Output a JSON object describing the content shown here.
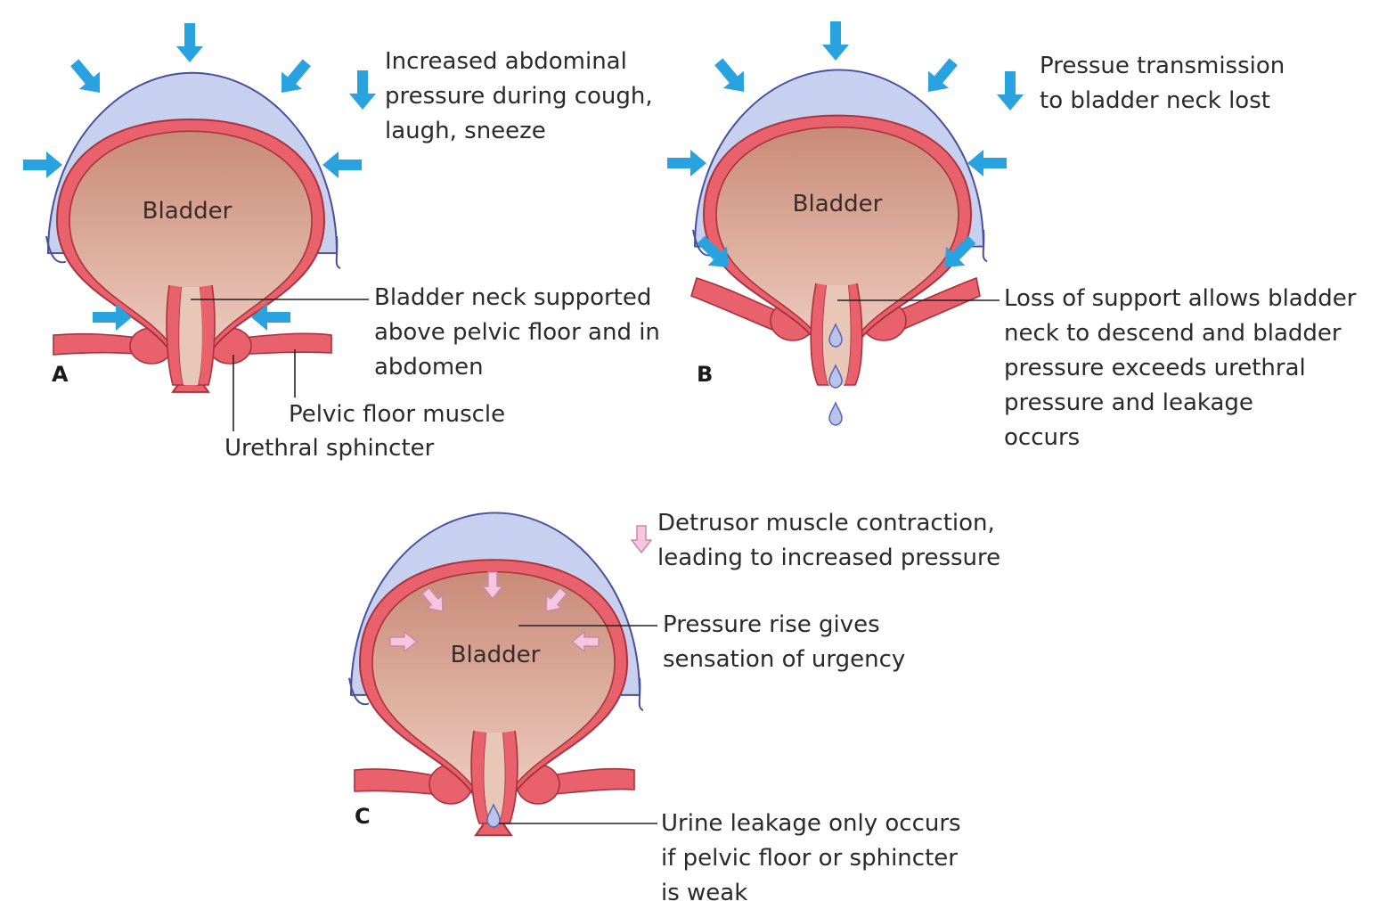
{
  "colors": {
    "abdomen": "#c7d0ee",
    "abdomen_outline": "#4a4f9a",
    "bladder_wall": "#e8616d",
    "bladder_wall_dark": "#a8323b",
    "bladder_top": "#c98a78",
    "bladder_bottom": "#f2d3c6",
    "urethra_lumen": "#e9c7b7",
    "pressure_arrow": "#29a3e0",
    "detrusor_arrow": "#f5c6de",
    "detrusor_arrow_outline": "#c88aa8",
    "drop": "#b9c4ec",
    "drop_outline": "#5a64b2"
  },
  "icons": {
    "pressure": "blue-arrow-icon",
    "detrusor": "pink-arrow-icon",
    "drop": "urine-drop-icon"
  },
  "panels": {
    "a": {
      "label": "A",
      "bladder": "Bladder",
      "legend": [
        "Increased abdominal",
        "pressure during cough,",
        "laugh, sneeze"
      ],
      "neck_note": [
        "Bladder neck supported",
        "above pelvic floor and in",
        "abdomen"
      ],
      "pelvic_floor": "Pelvic floor muscle",
      "sphincter": "Urethral sphincter"
    },
    "b": {
      "label": "B",
      "bladder": "Bladder",
      "legend": [
        "Pressue transmission",
        "to bladder neck lost"
      ],
      "note": [
        "Loss of support allows bladder",
        "neck to descend and bladder",
        "pressure exceeds urethral",
        "pressure and leakage",
        "occurs"
      ]
    },
    "c": {
      "label": "C",
      "bladder": "Bladder",
      "legend": [
        "Detrusor muscle contraction,",
        "leading to increased pressure"
      ],
      "urgency_note": [
        "Pressure rise gives",
        "sensation of urgency"
      ],
      "leak_note": [
        "Urine leakage only occurs",
        "if pelvic floor or sphincter",
        "is weak"
      ]
    }
  }
}
